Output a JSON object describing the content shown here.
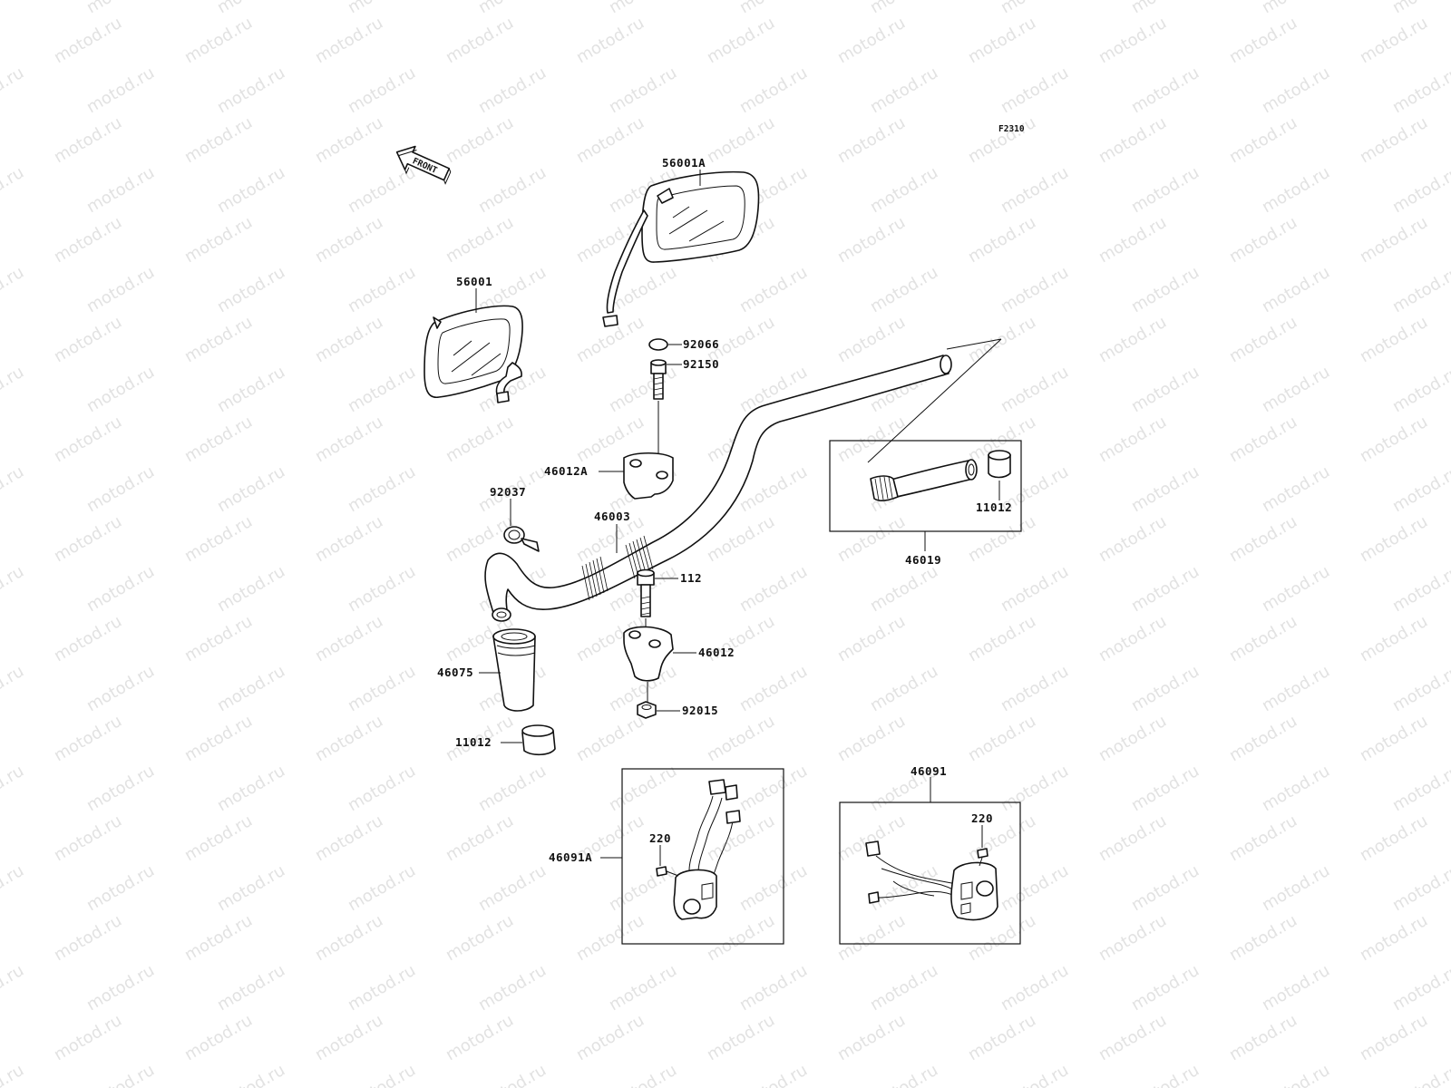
{
  "diagram": {
    "figure_code": "F2310",
    "front_label": "FRONT",
    "watermark_text": "motod.ru",
    "callouts": {
      "mirror_right": "56001A",
      "mirror_left": "56001",
      "cap": "92066",
      "bolt_top": "92150",
      "holder_upper": "46012A",
      "clamp": "92037",
      "handlebar": "46003",
      "grip_throttle_assy": "46019",
      "end_weight_right": "11012",
      "bolt_lower": "112",
      "holder_lower": "46012",
      "grip_left": "46075",
      "nut": "92015",
      "end_weight_left": "11012",
      "switch_left": "46091A",
      "screw_left": "220",
      "switch_right": "46091",
      "screw_right": "220"
    }
  }
}
